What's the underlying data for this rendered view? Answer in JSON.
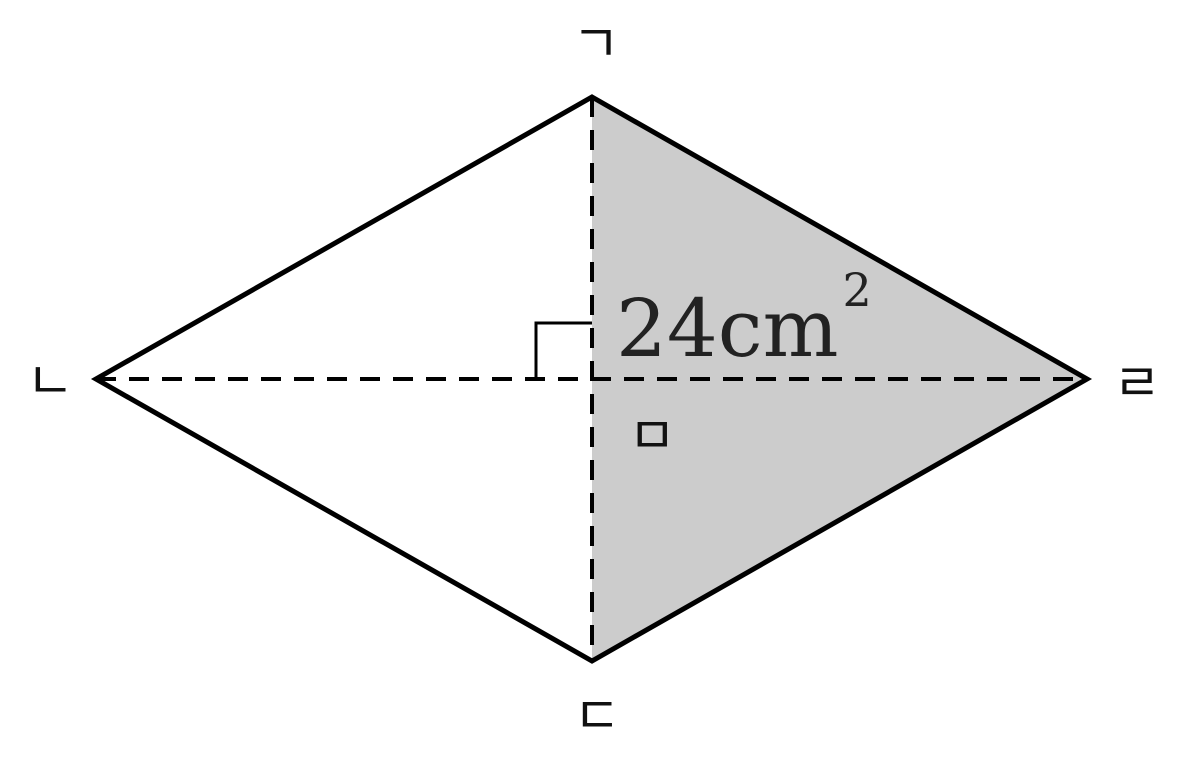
{
  "figure": {
    "vertices": {
      "top": "ㄱ",
      "left": "ㄴ",
      "bottom": "ㄷ",
      "right": "ㄹ",
      "center": "ㅁ"
    },
    "shaded_area": {
      "value": "24",
      "unit": "cm",
      "exponent": "2"
    },
    "colors": {
      "outline": "#000000",
      "shade": "#cccccc",
      "background": "#ffffff"
    }
  }
}
